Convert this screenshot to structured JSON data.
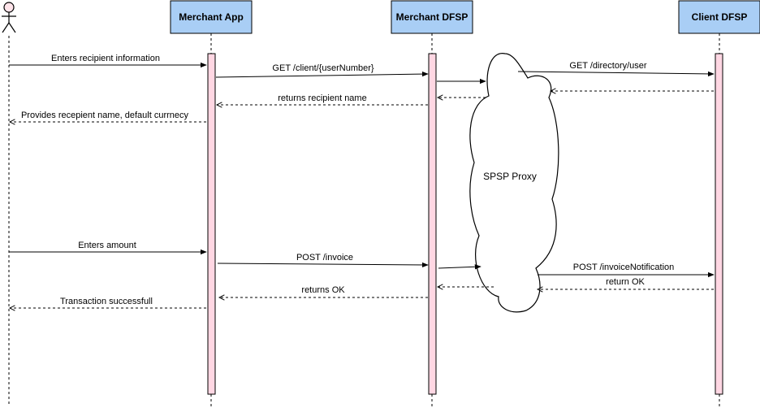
{
  "participants": {
    "merchant_app": "Merchant App",
    "merchant_dfsp": "Merchant DFSP",
    "client_dfsp": "Client DFSP"
  },
  "proxy_label": "SPSP Proxy",
  "messages": {
    "enters_recipient": "Enters recipient information",
    "get_client": "GET /client/{userNumber}",
    "get_directory": "GET /directory/user",
    "returns_recipient": "returns recipient name",
    "provides_recipient": "Provides recepient name, default currnecy",
    "enters_amount": "Enters amount",
    "post_invoice": "POST /invoice",
    "post_invoice_notification": "POST /invoiceNotification",
    "return_ok": "return OK",
    "returns_ok": "returns OK",
    "transaction_successful": "Transaction successfull"
  },
  "colors": {
    "participant_fill": "#a9cef5",
    "activation_fill": "#ffd7e3",
    "line": "#000000"
  }
}
